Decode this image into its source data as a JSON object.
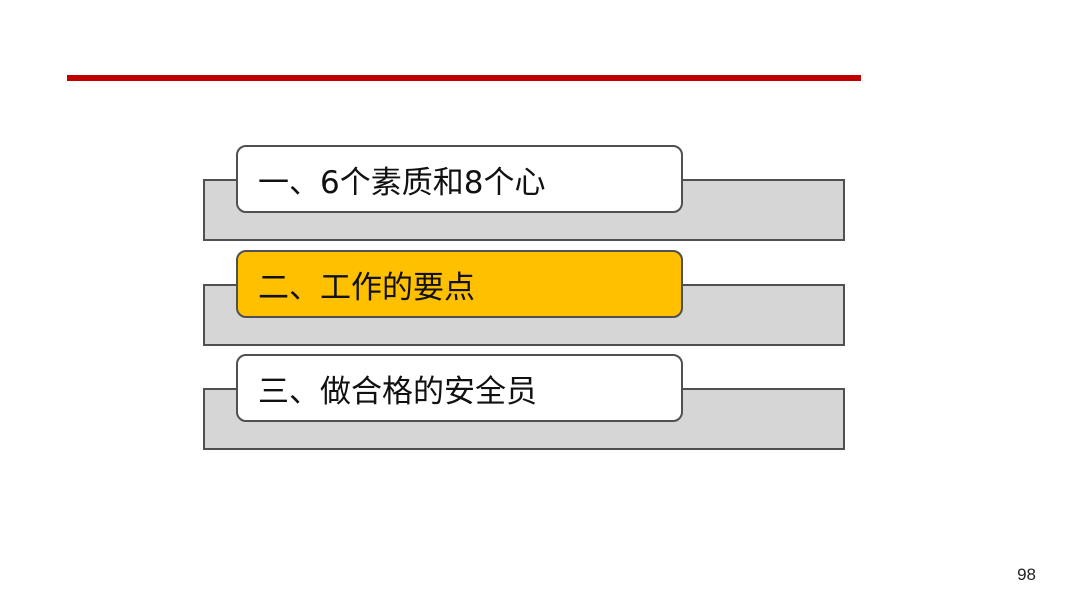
{
  "slide": {
    "accent_color": "#c00000",
    "highlight_color": "#ffc000",
    "page_number": "98"
  },
  "agenda": {
    "items": [
      {
        "label": "一、6个素质和8个心",
        "active": false
      },
      {
        "label": "二、工作的要点",
        "active": true
      },
      {
        "label": "三、做合格的安全员",
        "active": false
      }
    ]
  }
}
